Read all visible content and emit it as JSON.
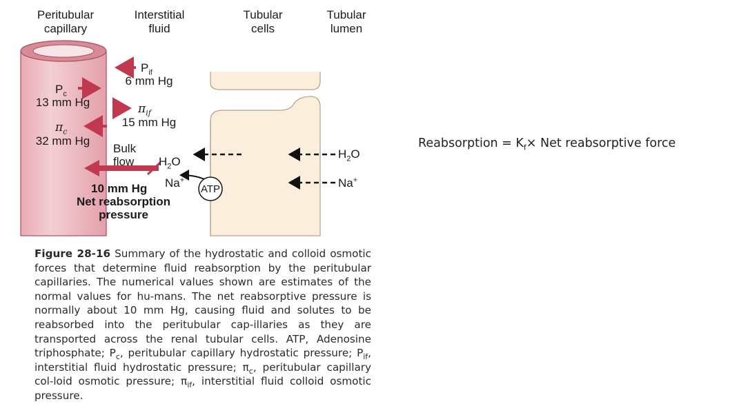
{
  "headers": {
    "peritubular_capillary": [
      "Peritubular",
      "capillary"
    ],
    "interstitial_fluid": [
      "Interstitial",
      "fluid"
    ],
    "tubular_cells": [
      "Tubular",
      "cells"
    ],
    "tubular_lumen": [
      "Tubular",
      "lumen"
    ]
  },
  "forces": {
    "pif_symbol": "P",
    "pif_sub": "if",
    "pif_value": "6 mm Hg",
    "pc_symbol": "P",
    "pc_sub": "c",
    "pc_value": "13 mm Hg",
    "piif_symbol": "π",
    "piif_sub": "if",
    "piif_value": "15 mm Hg",
    "pic_symbol": "π",
    "pic_sub": "c",
    "pic_value": "32 mm Hg"
  },
  "bulk_flow": {
    "label_line1": "Bulk",
    "label_line2": "flow",
    "net_value": "10 mm Hg",
    "net_label_line1": "Net reabsorption",
    "net_label_line2": "pressure"
  },
  "transport": {
    "h2o_left_base": "H",
    "h2o_left_sub": "2",
    "h2o_left_end": "O",
    "na_left_base": "Na",
    "na_left_sup": "+",
    "atp": "ATP",
    "h2o_right_base": "H",
    "h2o_right_sub": "2",
    "h2o_right_end": "O",
    "na_right_base": "Na",
    "na_right_sup": "+"
  },
  "formula": {
    "lhs": "Reabsorption = K",
    "sub": "f",
    "rhs": "× Net reabsorptive force"
  },
  "caption": {
    "figure_label": "Figure 28-16",
    "p1": "Summary of the hydrostatic and colloid osmotic forces that determine fluid reabsorption by the peritubular capillaries. The numerical values shown are estimates of the normal values for hu-mans. The net reabsorptive pressure is normally about 10 mm Hg, causing fluid and solutes to be reabsorbed into the peritubular cap-illaries as they are transported across the renal tubular cells. ATP, Adenosine triphosphate; P",
    "p1_sub": "c",
    "p2": ", peritubular capillary hydrostatic pressure; P",
    "p2_sub": "if",
    "p3": ", interstitial fluid hydrostatic pressure; π",
    "p3_sub": "c",
    "p4": ", peritubular capillary col-loid osmotic pressure; π",
    "p4_sub": "if",
    "p5": ", interstitial fluid colloid osmotic pressure."
  },
  "colors": {
    "capillary_body": "#eec0c6",
    "capillary_shade": "#d88b96",
    "capillary_outline": "#a8505c",
    "arrow_red": "#c0394f",
    "tubule_fill": "#fbeedd",
    "tubule_outline": "#b8a48a"
  }
}
